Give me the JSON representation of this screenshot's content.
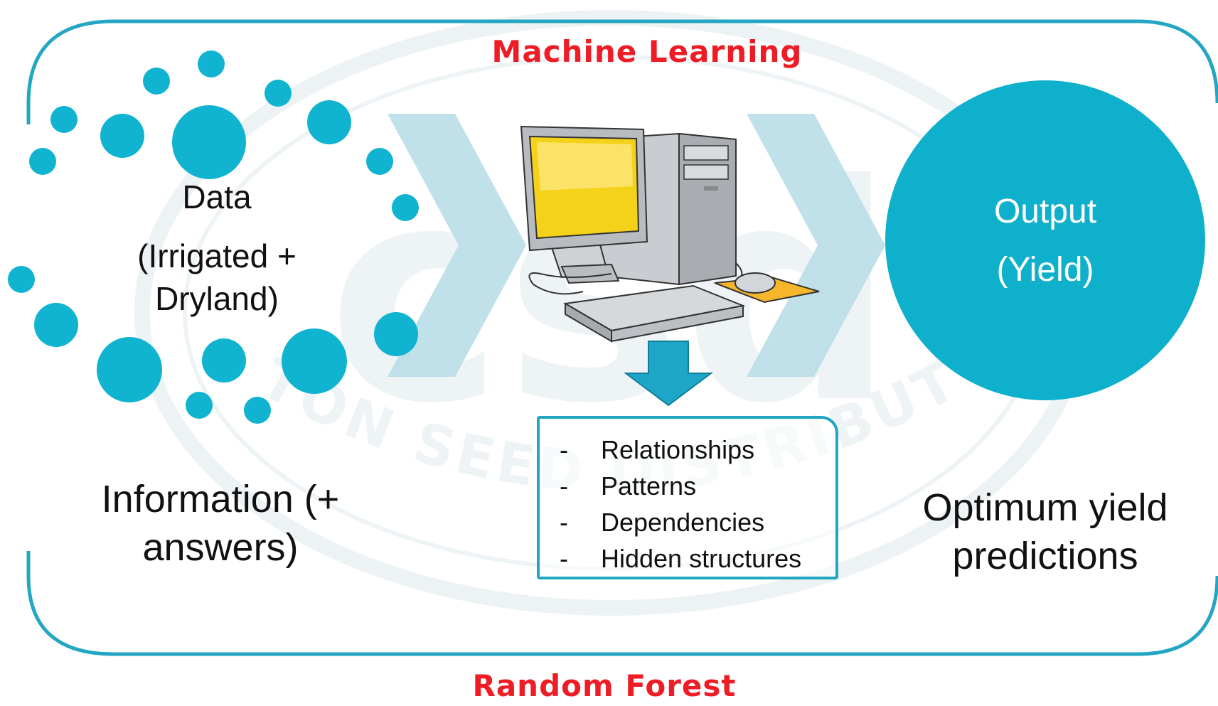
{
  "diagram": {
    "top_label": "Machine Learning",
    "bottom_label": "Random Forest",
    "input": {
      "title": "Data",
      "subtitle": "(Irrigated + Dryland)",
      "caption": "Information (+ answers)"
    },
    "process": {
      "bullet": "-",
      "items": [
        "Relationships",
        "Patterns",
        "Dependencies",
        "Hidden structures"
      ]
    },
    "output": {
      "title": "Output",
      "subtitle": "(Yield)",
      "caption": "Optimum yield predictions"
    },
    "watermark": {
      "logo_letters": "csd",
      "text": "COTTON SEED DISTRIBUTORS"
    }
  },
  "colors": {
    "accent": "#23a6c3",
    "dots": "#10b3d0",
    "output_circle": "#0fb0cc",
    "title_red": "#ee1c25",
    "chevron": "#b6dce6",
    "watermark": "#e5eef1"
  }
}
